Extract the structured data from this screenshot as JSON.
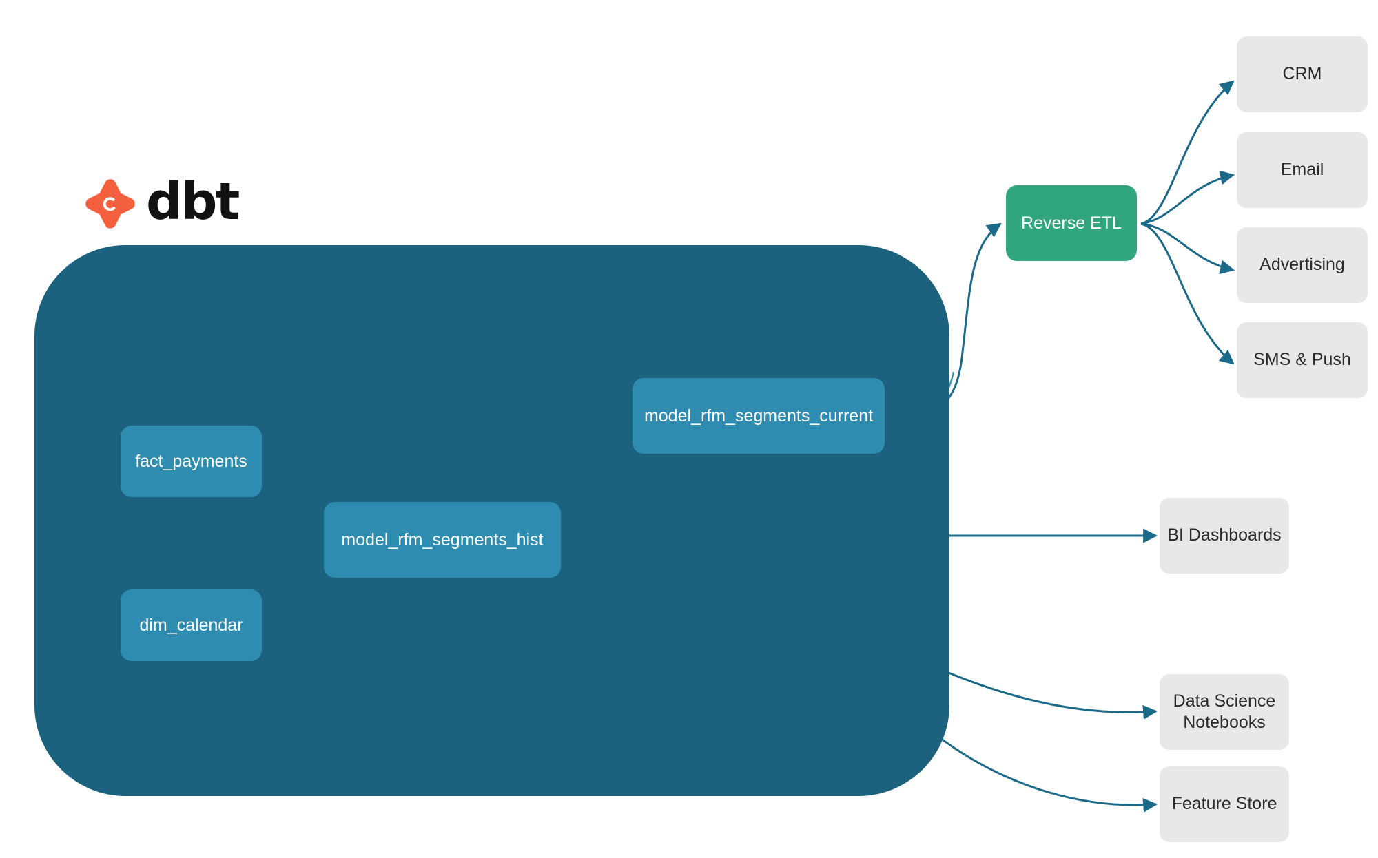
{
  "brand": {
    "logo_icon": "dbt-logo-icon",
    "wordmark": "dbt",
    "logo_color": "#f4603e",
    "wordmark_color": "#121212"
  },
  "colors": {
    "background": "#ffffff",
    "warehouse_fill": "#1c627e",
    "model_fill": "#2e8cb0",
    "reverse_etl_fill": "#30a57e",
    "destination_fill": "#e8e8e8",
    "internal_edge": "#3e93b4",
    "external_edge": "#1b6a8a",
    "node_text": "#ffffff",
    "destination_text": "#2b2b2b"
  },
  "warehouse": {
    "name": "dbt-warehouse-container",
    "models": [
      {
        "id": "fact_payments",
        "label": "fact_payments",
        "kind": "source"
      },
      {
        "id": "dim_calendar",
        "label": "dim_calendar",
        "kind": "source"
      },
      {
        "id": "model_rfm_segments_hist",
        "label": "model_rfm_segments_hist",
        "kind": "model"
      },
      {
        "id": "model_rfm_segments_current",
        "label": "model_rfm_segments_current",
        "kind": "model"
      }
    ]
  },
  "reverse_etl": {
    "id": "reverse_etl",
    "label": "Reverse ETL"
  },
  "activation_destinations": [
    {
      "id": "crm",
      "label": "CRM"
    },
    {
      "id": "email",
      "label": "Email"
    },
    {
      "id": "advertising",
      "label": "Advertising"
    },
    {
      "id": "sms_push",
      "label": "SMS & Push"
    }
  ],
  "analytics_destinations": [
    {
      "id": "bi_dashboards",
      "label": "BI Dashboards",
      "line1": "BI Dashboards",
      "line2": ""
    },
    {
      "id": "data_science_notebooks",
      "label": "Data Science Notebooks",
      "line1": "Data Science",
      "line2": "Notebooks"
    },
    {
      "id": "feature_store",
      "label": "Feature Store",
      "line1": "Feature Store",
      "line2": ""
    }
  ],
  "edges": [
    {
      "from": "fact_payments",
      "to": "model_rfm_segments_hist",
      "style": "internal"
    },
    {
      "from": "dim_calendar",
      "to": "model_rfm_segments_hist",
      "style": "internal"
    },
    {
      "from": "model_rfm_segments_hist",
      "to": "model_rfm_segments_current",
      "style": "internal"
    },
    {
      "from": "model_rfm_segments_current",
      "to": "reverse_etl",
      "style": "external"
    },
    {
      "from": "model_rfm_segments_hist",
      "to": "bi_dashboards",
      "style": "external"
    },
    {
      "from": "model_rfm_segments_hist",
      "to": "data_science_notebooks",
      "style": "external"
    },
    {
      "from": "model_rfm_segments_hist",
      "to": "feature_store",
      "style": "external"
    },
    {
      "from": "reverse_etl",
      "to": "crm",
      "style": "external"
    },
    {
      "from": "reverse_etl",
      "to": "email",
      "style": "external"
    },
    {
      "from": "reverse_etl",
      "to": "advertising",
      "style": "external"
    },
    {
      "from": "reverse_etl",
      "to": "sms_push",
      "style": "external"
    }
  ]
}
